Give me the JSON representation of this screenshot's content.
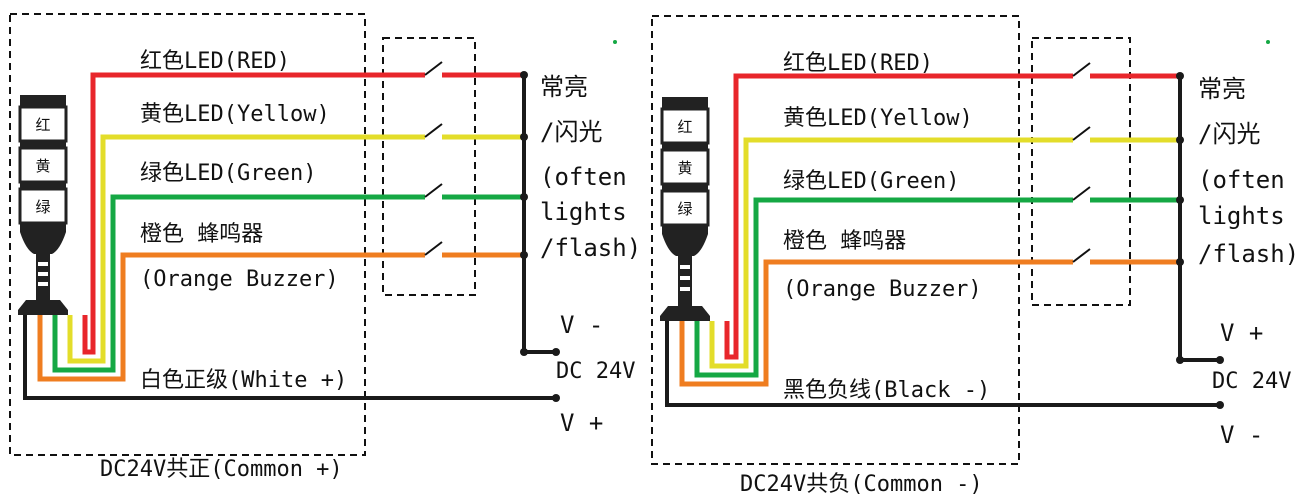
{
  "colors": {
    "red": "#e8262b",
    "yellow": "#e3dd2a",
    "green": "#15a844",
    "orange": "#ef7d20",
    "black": "#1a1a1a"
  },
  "left": {
    "wire_labels": {
      "red": "红色LED(RED)",
      "yellow": "黄色LED(Yellow)",
      "green": "绿色LED(Green)",
      "orange_1": "橙色 蜂鸣器",
      "orange_2": "(Orange Buzzer)",
      "common": "白色正级(White +)"
    },
    "tower": [
      "红",
      "黄",
      "绿"
    ],
    "mode": [
      "常亮",
      "/闪光",
      "(often",
      "lights",
      "/flash)"
    ],
    "v_top": "V -",
    "dc": "DC 24V",
    "v_bottom": "V +",
    "caption": "DC24V共正(Common +)"
  },
  "right": {
    "wire_labels": {
      "red": "红色LED(RED)",
      "yellow": "黄色LED(Yellow)",
      "green": "绿色LED(Green)",
      "orange_1": "橙色 蜂鸣器",
      "orange_2": "(Orange Buzzer)",
      "common": "黑色负线(Black -)"
    },
    "tower": [
      "红",
      "黄",
      "绿"
    ],
    "mode": [
      "常亮",
      "/闪光",
      "(often",
      "lights",
      "/flash)"
    ],
    "v_top": "V +",
    "dc": "DC 24V",
    "v_bottom": "V -",
    "caption": "DC24V共负(Common -)"
  }
}
